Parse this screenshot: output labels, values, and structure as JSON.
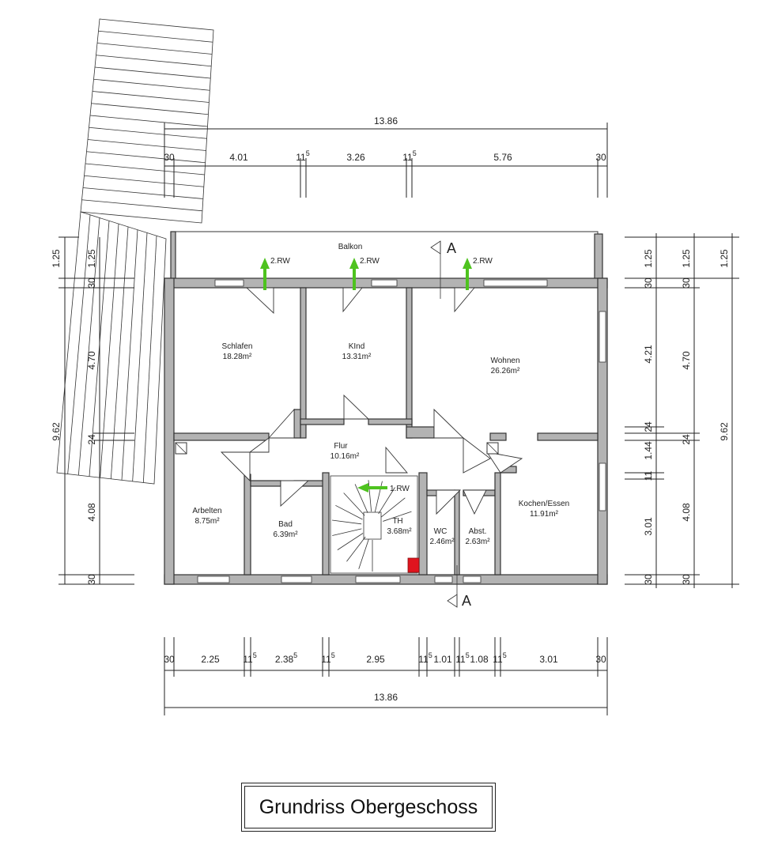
{
  "title": "Grundriss Obergeschoss",
  "rooms": {
    "balkon": {
      "name": "Balkon"
    },
    "schlafen": {
      "name": "Schlafen",
      "area": "18.28m²"
    },
    "kind": {
      "name": "KInd",
      "area": "13.31m²"
    },
    "wohnen": {
      "name": "Wohnen",
      "area": "26.26m²"
    },
    "flur": {
      "name": "Flur",
      "area": "10.16m²"
    },
    "arbeiten": {
      "name": "Arbelten",
      "area": "8.75m²"
    },
    "bad": {
      "name": "Bad",
      "area": "6.39m²"
    },
    "th": {
      "name": "TH",
      "area": "3.68m²"
    },
    "wc": {
      "name": "WC",
      "area": "2.46m²"
    },
    "abst": {
      "name": "Abst.",
      "area": "2.63m²"
    },
    "kochen": {
      "name": "Kochen/Essen",
      "area": "11.91m²"
    }
  },
  "escape_routes": {
    "second": "2.RW",
    "first": "1.RW"
  },
  "section": {
    "label": "A"
  },
  "dimensions": {
    "top_total": "13.86",
    "top": {
      "a": "30",
      "b": "4.01",
      "c": "11",
      "c_sup": "5",
      "d": "3.26",
      "e": "11",
      "e_sup": "5",
      "f": "5.76",
      "g": "30"
    },
    "bottom": {
      "a": "30",
      "b": "2.25",
      "c": "11",
      "c_sup": "5",
      "d": "2.38",
      "d_sup": "5",
      "e": "11",
      "e_sup": "5",
      "f": "2.95",
      "g": "11",
      "g_sup": "5",
      "h": "1.01",
      "i": "11",
      "i_sup": "5",
      "j": "1.08",
      "k": "11",
      "k_sup": "5",
      "l": "3.01",
      "m": "30"
    },
    "bottom_total": "13.86",
    "left": {
      "total": "9.62",
      "a": "1.25",
      "b": "1.25",
      "c": "30",
      "d": "4.70",
      "e": "24",
      "f": "4.08",
      "g": "30"
    },
    "right1": {
      "a": "1.25",
      "b": "30",
      "c": "4.21",
      "d": "24",
      "e": "1.44",
      "f": "11",
      "g": "3.01",
      "h": "30"
    },
    "right2": {
      "a": "1.25",
      "b": "30",
      "c": "4.70",
      "d": "24",
      "e": "4.08",
      "f": "30"
    },
    "right3": {
      "a": "1.25",
      "total": "9.62"
    }
  },
  "colors": {
    "arrow": "#4ec31f",
    "wall": "#b3b3b3",
    "extinguisher": "#e0141e"
  }
}
